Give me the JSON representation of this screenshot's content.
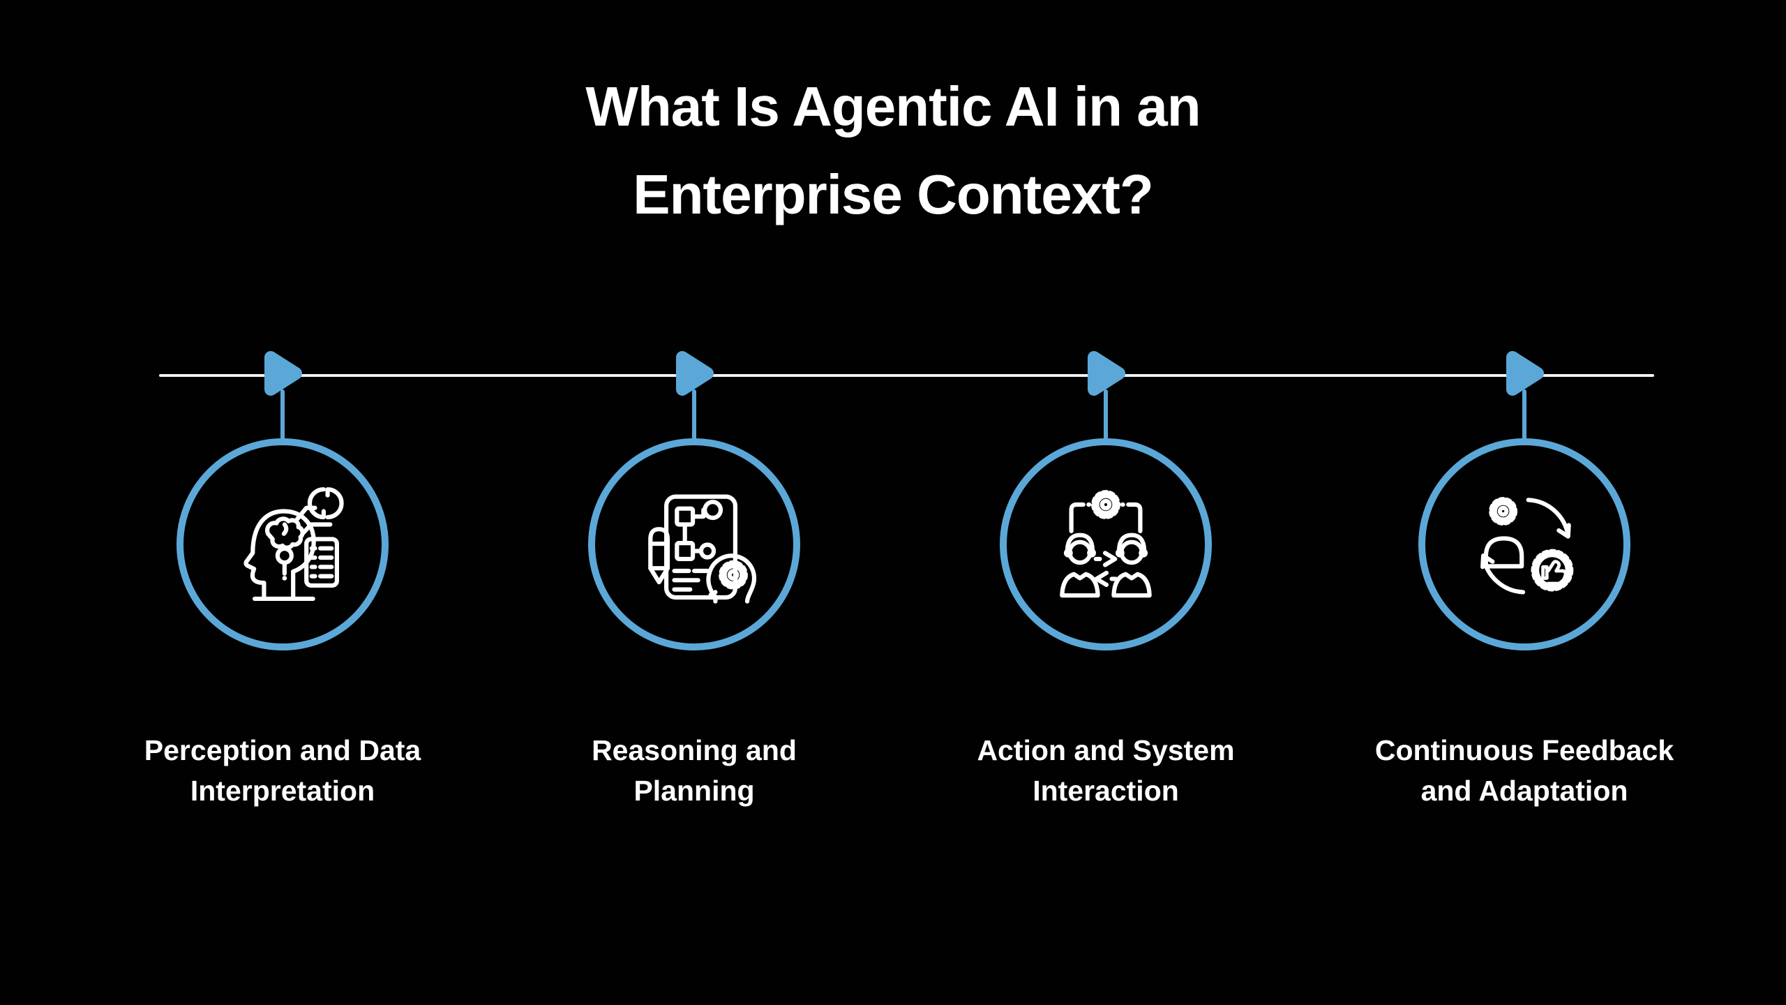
{
  "title": {
    "line1": "What Is Agentic AI in an",
    "line2": "Enterprise Context?"
  },
  "colors": {
    "background": "#010101",
    "accent_blue": "#5ba8d8",
    "line_color": "#f2f3f4",
    "text_color": "#ffffff"
  },
  "steps": [
    {
      "label_line1": "Perception and Data",
      "label_line2": "Interpretation",
      "icon": "head-brain-data-perception-icon"
    },
    {
      "label_line1": "Reasoning and",
      "label_line2": "Planning",
      "icon": "plan-document-flowchart-icon"
    },
    {
      "label_line1": "Action and System",
      "label_line2": "Interaction",
      "icon": "people-exchange-gear-icon"
    },
    {
      "label_line1": "Continuous Feedback",
      "label_line2": "and Adaptation",
      "icon": "feedback-cycle-thumbs-up-icon"
    }
  ]
}
